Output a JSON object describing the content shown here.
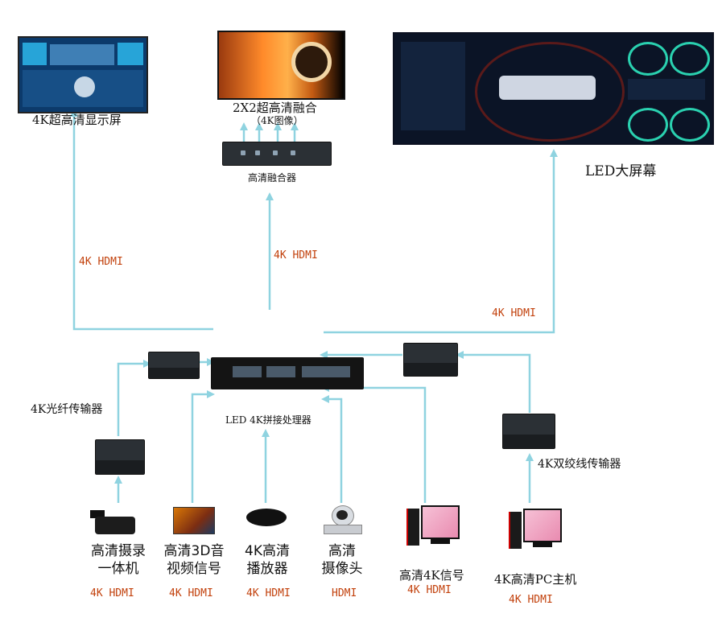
{
  "outputs": {
    "monitor": {
      "label": "4K超高清显示屏",
      "link": "4K HDMI"
    },
    "fusion_screen": {
      "title": "2X2超高清融合",
      "subtitle": "（4K图像）"
    },
    "fusion_device": {
      "label": "高清融合器",
      "link": "4K HDMI"
    },
    "led_screen": {
      "label": "LED大屏幕",
      "link": "4K HDMI"
    }
  },
  "processor": {
    "label": "LED 4K拼接处理器"
  },
  "transmitters": {
    "fiber": {
      "label": "4K光纤传输器"
    },
    "twisted_pair": {
      "label": "4K双绞线传输器"
    }
  },
  "sources": [
    {
      "name_line1": "高清摄录",
      "name_line2": "一体机",
      "link": "4K HDMI"
    },
    {
      "name_line1": "高清3D音",
      "name_line2": "视频信号",
      "link": "4K HDMI"
    },
    {
      "name_line1": "4K高清",
      "name_line2": "播放器",
      "link": "4K HDMI"
    },
    {
      "name_line1": "高清",
      "name_line2": "摄像头",
      "link": "HDMI"
    },
    {
      "name_line1": "高清4K信号",
      "link": "4K HDMI"
    },
    {
      "name_line1": "4K高清PC主机",
      "link": "4K HDMI"
    }
  ],
  "colors": {
    "wire": "#8fd3e0",
    "link_text": "#c2410c"
  }
}
